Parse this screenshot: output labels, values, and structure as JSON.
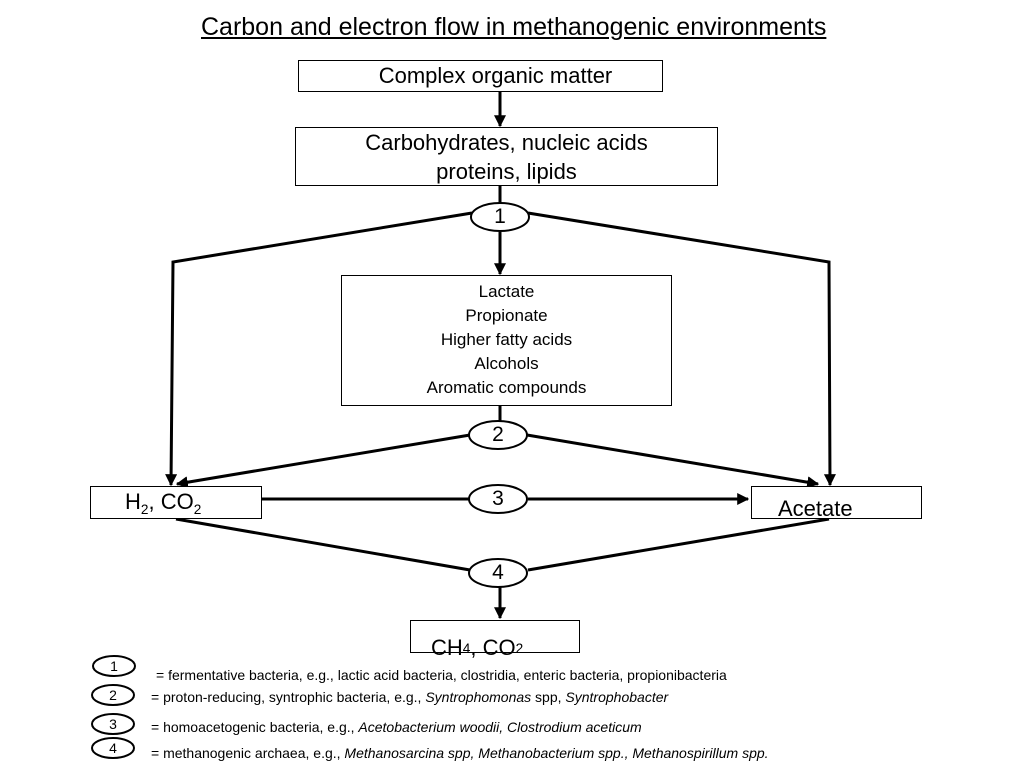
{
  "title": "Carbon and electron flow in methanogenic environments",
  "boxes": {
    "complex": "Complex organic matter",
    "carbo_line1": "Carbohydrates, nucleic acids",
    "carbo_line2": "proteins, lipids",
    "intermediates": [
      "Lactate",
      "Propionate",
      "Higher fatty acids",
      "Alcohols",
      "Aromatic compounds"
    ],
    "h2co2": {
      "h": "H",
      "h_sub": "2",
      "sep": ", CO",
      "co_sub": "2"
    },
    "acetate": "Acetate",
    "ch4co2": {
      "ch": "CH",
      "ch_sub": "4",
      "sep": ", CO",
      "co_sub": "2"
    }
  },
  "nodes": [
    "1",
    "2",
    "3",
    "4"
  ],
  "legend": [
    {
      "num": "1",
      "text": "= fermentative bacteria, e.g., lactic acid bacteria, clostridia, enteric bacteria, propionibacteria"
    },
    {
      "num": "2",
      "prefix": "= proton-reducing, syntrophic bacteria, e.g., ",
      "it1": "Syntrophomonas",
      "mid": " spp, ",
      "it2": "Syntrophobacter"
    },
    {
      "num": "3",
      "prefix": "= homoacetogenic bacteria, e.g., ",
      "it1": "Acetobacterium woodii, Clostrodium aceticum"
    },
    {
      "num": "4",
      "prefix": "= methanogenic archaea, e.g., ",
      "it1": "Methanosarcina spp, Methanobacterium spp., Methanospirillum spp."
    }
  ]
}
